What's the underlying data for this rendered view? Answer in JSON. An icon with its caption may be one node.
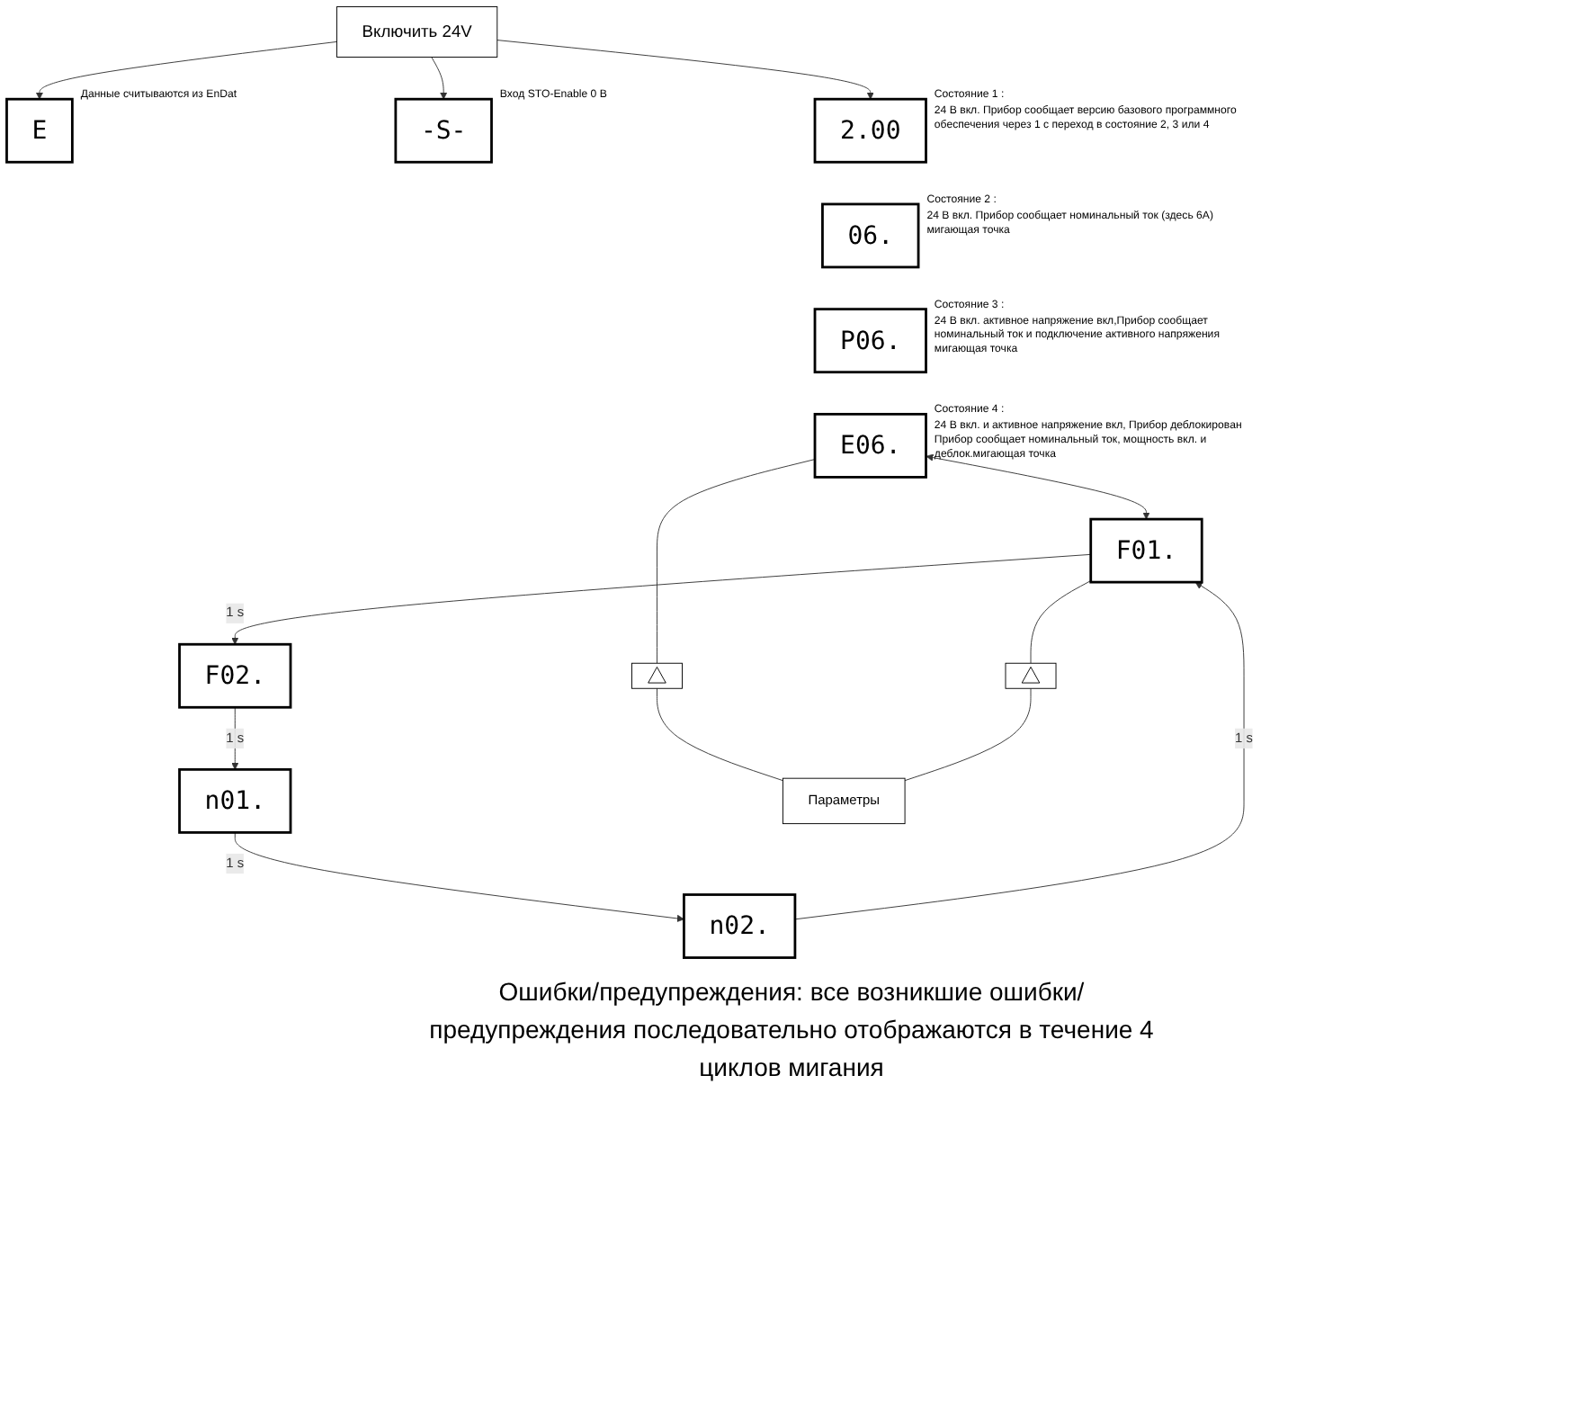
{
  "diagram": {
    "nodes": [
      {
        "text": [
          "Включить 24V"
        ]
      },
      {
        "text": [
          "E"
        ],
        "beside": [
          "Данные считываются из EnDat"
        ]
      },
      {
        "text": [
          "-S-"
        ],
        "beside": [
          "Вход STO-Enable 0 В"
        ]
      },
      {
        "text": [
          "2.00"
        ],
        "beside": [
          "Состояние 1 :",
          "24 В вкл. Прибор сообщает версию базового программного обеспечения через 1 с переход в состояние 2, 3 или 4"
        ]
      },
      {
        "text": [
          "06."
        ],
        "beside": [
          "Состояние 2 :",
          "24 В вкл. Прибор сообщает номинальный ток  (здесь 6A) мигающая точка"
        ]
      },
      {
        "text": [
          "P06."
        ],
        "beside": [
          "Состояние 3 :",
          "24 В вкл. активное напряжение вкл,Прибор сообщает номинальный ток и подключение активного напряжения мигающая точка"
        ]
      },
      {
        "text": [
          "E06."
        ],
        "beside": [
          "Состояние 4 :",
          "24 В вкл. и активное напряжение вкл, Прибор деблокирован Прибор сообщает номинальный ток, мощность вкл. и деблок.мигающая точка"
        ]
      },
      {
        "text": [
          "F01."
        ]
      },
      {
        "text": [
          "F02."
        ]
      },
      {
        "text": [
          "n01."
        ]
      },
      {
        "text": [
          "n02."
        ]
      },
      {
        "text": [],
        "shape": "box"
      },
      {
        "text": [],
        "shape": "box"
      },
      {
        "text": [
          "Параметры"
        ]
      }
    ],
    "edges": [
      {
        "from": 0,
        "to": 1,
        "arrow": "to"
      },
      {
        "from": 0,
        "to": 2,
        "arrow": "to"
      },
      {
        "from": 0,
        "to": 3,
        "arrow": "to"
      },
      {
        "from": 6,
        "to": 7,
        "arrow": "both"
      },
      {
        "from": 7,
        "to": 8,
        "arrow": "to",
        "label": "1 s"
      },
      {
        "from": 8,
        "to": 9,
        "arrow": "to",
        "label": "1 s"
      },
      {
        "from": 9,
        "to": 10,
        "arrow": "to",
        "label": "1 s"
      },
      {
        "from": 10,
        "to": 7,
        "arrow": "to",
        "label": "1 s"
      },
      {
        "from": 6,
        "to": 11,
        "arrow": "none"
      },
      {
        "from": 7,
        "to": 12,
        "arrow": "none"
      },
      {
        "from": 11,
        "to": 13,
        "arrow": "none"
      },
      {
        "from": 12,
        "to": 13,
        "arrow": "none"
      }
    ],
    "labels": [
      "Ошибки/предупреждения: все возникшие ошибки/предупреждения последовательно отображаются в течение 4 циклов мигания"
    ]
  }
}
